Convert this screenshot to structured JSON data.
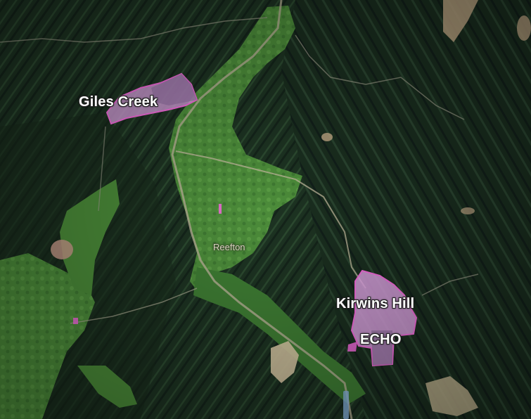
{
  "map": {
    "labels": {
      "giles_creek": "Giles Creek",
      "kirwins_hill": "Kirwins Hill",
      "echo": "ECHO",
      "town": "Reefton"
    },
    "colors": {
      "forest_dark": "#16261a",
      "forest_mid": "#24402a",
      "farmland": "#4f8f3c",
      "farmland_light": "#6aa84a",
      "river": "#c9c2a6",
      "claim_fill": "#e2a6e8",
      "claim_stroke": "#f06ad8",
      "bare_ground": "#c7ad8a"
    }
  }
}
